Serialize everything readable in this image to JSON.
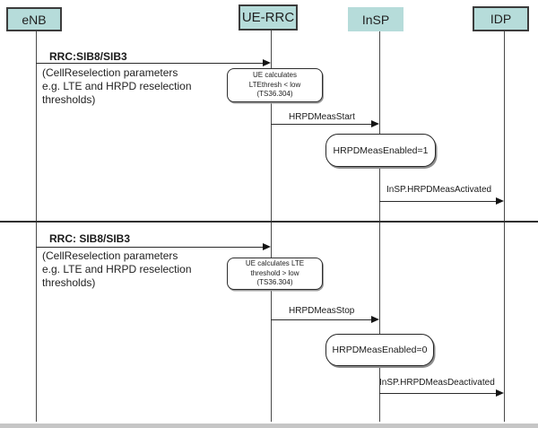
{
  "entities": [
    {
      "label": "eNB"
    },
    {
      "label": "UE-RRC"
    },
    {
      "label": "InSP"
    },
    {
      "label": "IDP"
    }
  ],
  "sections": [
    {
      "title": "RRC:SIB8/SIB3",
      "desc": [
        "(CellReselection parameters",
        "e.g. LTE and HRPD reselection",
        "thresholds)"
      ],
      "note": [
        "UE calculates",
        "LTEthresh < low",
        "(TS36.304)"
      ],
      "meas_msg": "HRPDMeasStart",
      "state": "HRPDMeasEnabled=1",
      "insp_msg": "InSP.HRPDMeasActivated"
    },
    {
      "title": "RRC: SIB8/SIB3",
      "desc": [
        "(CellReselection parameters",
        "e.g. LTE and HRPD reselection",
        "thresholds)"
      ],
      "note": [
        "UE calculates LTE",
        "threshold > low",
        "(TS36.304)"
      ],
      "meas_msg": "HRPDMeasStop",
      "state": "HRPDMeasEnabled=0",
      "insp_msg": "InSP.HRPDMeasDeactivated"
    }
  ],
  "colors": {
    "entity_fill": "#b6dcda",
    "entity_border": "#3c3c3c",
    "line": "#2b2b2b",
    "background": "#ffffff"
  }
}
